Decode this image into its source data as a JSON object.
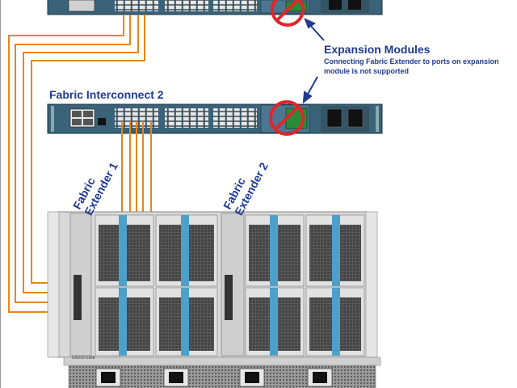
{
  "labels": {
    "fabric_interconnect_2": "Fabric Interconnect 2",
    "expansion_modules_title": "Expansion Modules",
    "expansion_modules_note": "Connecting Fabric Extender to ports on expansion module is not supported",
    "fabric_extender_1": "Fabric\nExtender 1",
    "fabric_extender_2": "Fabric\nExtender 2",
    "chassis_model": "CISCO 5108"
  },
  "colors": {
    "cable": "#e8851e",
    "prohibited": "#e0252b",
    "label": "#1f3a93",
    "switch_body": "#3a6278",
    "chassis": "#d9d9d9",
    "fan_blue": "#4fa0c8"
  },
  "icons": [
    "prohibited-sign",
    "arrow-pointer",
    "power-socket"
  ]
}
